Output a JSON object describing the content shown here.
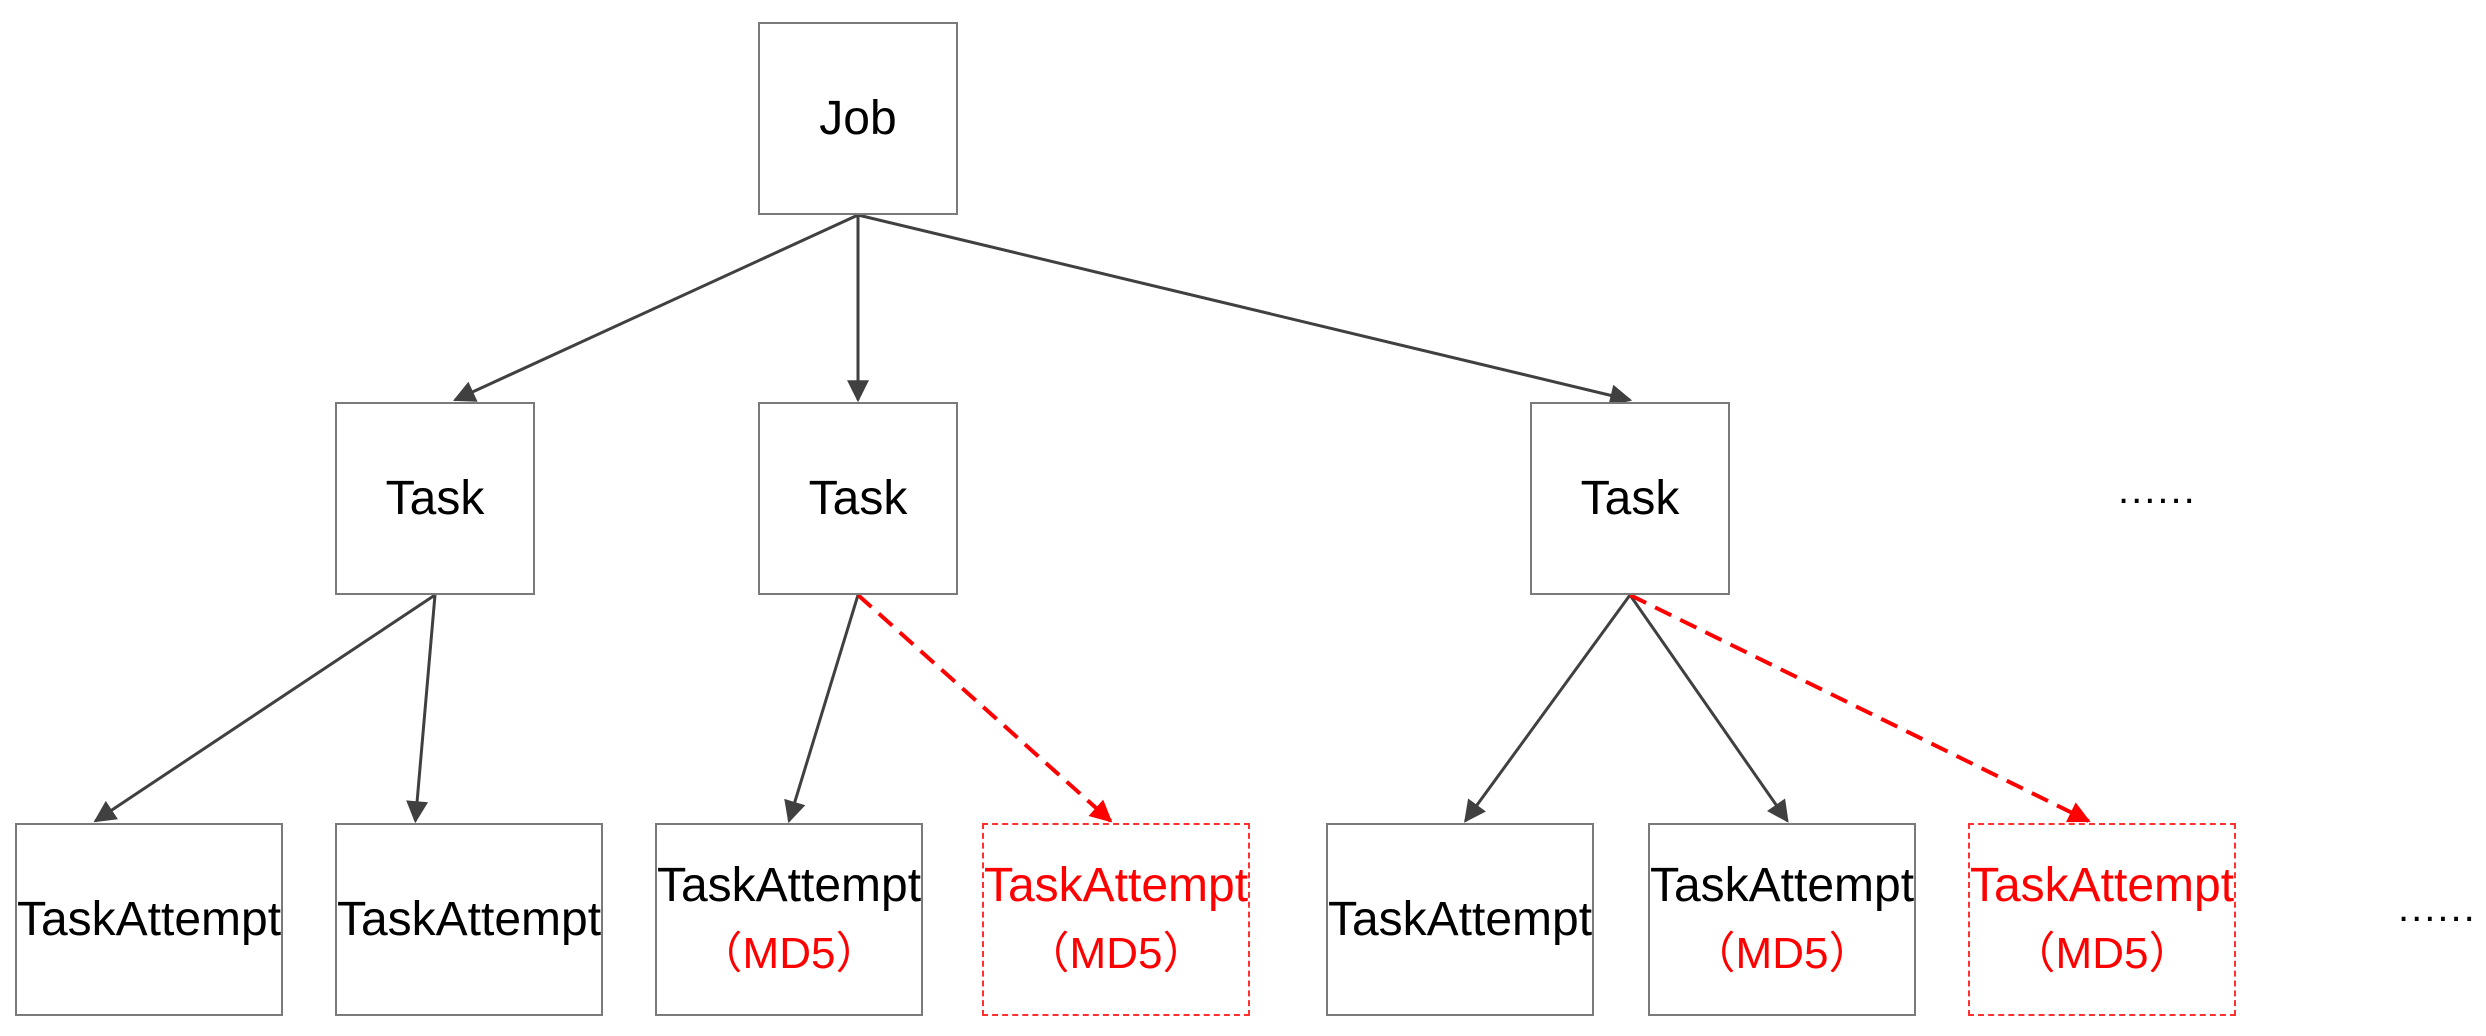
{
  "colors": {
    "edge": "#404040",
    "edge_highlight": "#ff0000",
    "node_border": "#7a7a7a",
    "text": "#000000",
    "text_highlight": "#ff0000"
  },
  "nodes": {
    "job": {
      "label": "Job"
    },
    "task_1": {
      "label": "Task"
    },
    "task_2": {
      "label": "Task"
    },
    "task_3": {
      "label": "Task"
    },
    "attempt_1": {
      "label": "TaskAttempt"
    },
    "attempt_2": {
      "label": "TaskAttempt"
    },
    "attempt_3": {
      "label": "TaskAttempt",
      "sub": "（MD5）"
    },
    "attempt_4": {
      "label": "TaskAttempt",
      "sub": "（MD5）"
    },
    "attempt_5": {
      "label": "TaskAttempt"
    },
    "attempt_6": {
      "label": "TaskAttempt",
      "sub": "（MD5）"
    },
    "attempt_7": {
      "label": "TaskAttempt",
      "sub": "（MD5）"
    }
  },
  "ellipsis": {
    "tasks": "......",
    "attempts": "......"
  },
  "edges": [
    {
      "from": "job",
      "to": "task_1",
      "style": "solid"
    },
    {
      "from": "job",
      "to": "task_2",
      "style": "solid"
    },
    {
      "from": "job",
      "to": "task_3",
      "style": "solid"
    },
    {
      "from": "task_1",
      "to": "attempt_1",
      "style": "solid"
    },
    {
      "from": "task_1",
      "to": "attempt_2",
      "style": "solid"
    },
    {
      "from": "task_2",
      "to": "attempt_3",
      "style": "solid"
    },
    {
      "from": "task_2",
      "to": "attempt_4",
      "style": "dashed"
    },
    {
      "from": "task_3",
      "to": "attempt_5",
      "style": "solid"
    },
    {
      "from": "task_3",
      "to": "attempt_6",
      "style": "solid"
    },
    {
      "from": "task_3",
      "to": "attempt_7",
      "style": "dashed"
    }
  ]
}
